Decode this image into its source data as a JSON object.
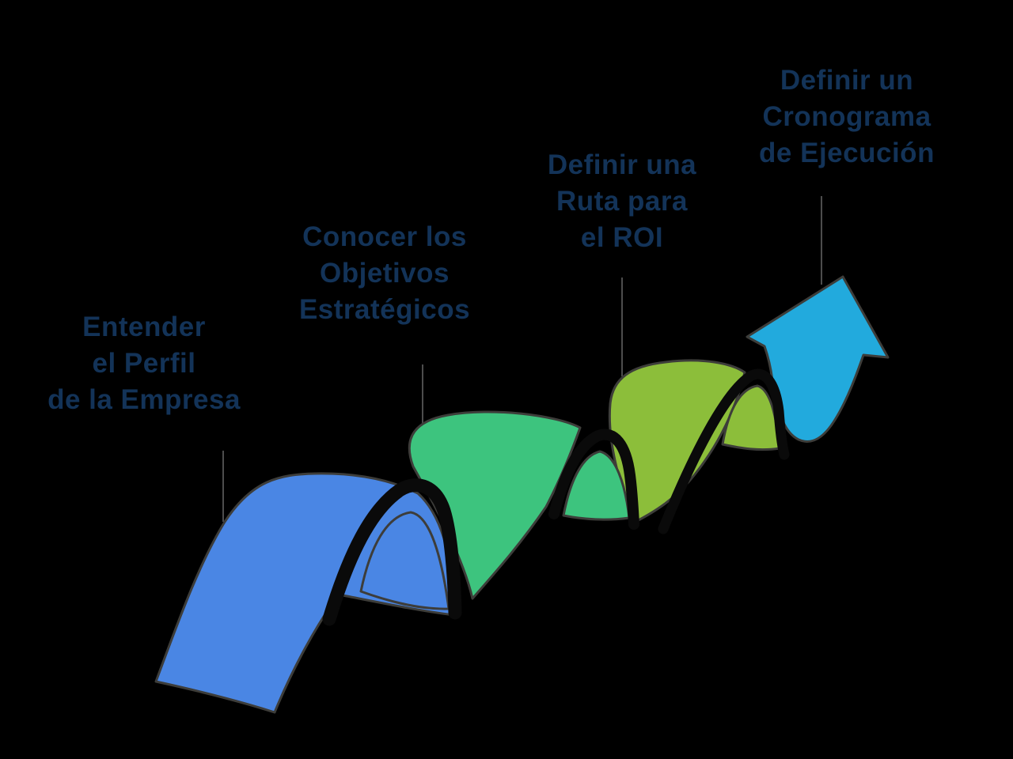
{
  "diagram": {
    "type": "ascending-wave-process",
    "step_count": 4
  },
  "steps": [
    {
      "label": "Entender\nel Perfil\nde la Empresa",
      "color": "#4a86e4"
    },
    {
      "label": "Conocer los\nObjetivos\nEstratégicos",
      "color": "#3dc47e"
    },
    {
      "label": "Definir una\nRuta para\nel ROI",
      "color": "#8cbe3a"
    },
    {
      "label": "Definir un\nCronograma\nde Ejecución",
      "color": "#22aadd"
    }
  ],
  "colors": {
    "text": "#133358",
    "shape_outline": "#3d3d3a",
    "fold_black": "#0a0a0a",
    "leader_line": "#4d4d4d",
    "background": "#000000"
  }
}
